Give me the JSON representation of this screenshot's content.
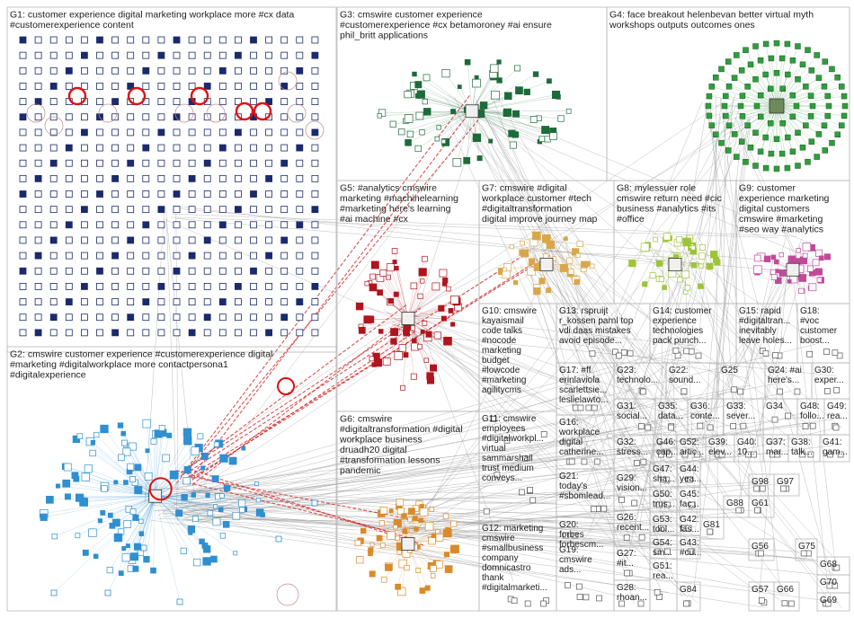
{
  "groups": [
    {
      "id": "G1",
      "label": "G1: customer experience digital marketing workplace more #cx data #customerexperience content",
      "lines": [
        "G1: customer experience digital marketing workplace more #cx data",
        "#customerexperience content"
      ],
      "node_color": "#1a2a6c"
    },
    {
      "id": "G3",
      "label": "G3: cmswire customer experience #customerexperience #cx betamoroney #ai ensure phil_britt applications",
      "lines": [
        "G3: cmswire customer experience",
        "#customerexperience #cx betamoroney #ai ensure",
        "phil_britt applications"
      ],
      "node_color": "#1e6b3a"
    },
    {
      "id": "G4",
      "label": "G4: face breakout helenbevan better virtual myth workshops outputs outcomes ones",
      "lines": [
        "G4: face breakout helenbevan better virtual myth",
        "workshops outputs outcomes ones"
      ],
      "node_color": "#2e9e3c"
    },
    {
      "id": "G5",
      "label": "G5: #analytics cmswire marketing #machinelearning #marketing here's learning #ai machine #cx",
      "lines": [
        "G5: #analytics cmswire",
        "marketing #machinelearning",
        "#marketing here's learning",
        "#ai machine #cx"
      ],
      "node_color": "#b0141e"
    },
    {
      "id": "G7",
      "label": "G7: cmswire #digital workplace customer #tech #digitaltransformation digital improve journey map",
      "lines": [
        "G7: cmswire #digital",
        "workplace customer #tech",
        "#digitaltransformation",
        "digital improve journey map"
      ],
      "node_color": "#d9a74a"
    },
    {
      "id": "G8",
      "label": "G8: mylessuer role cmswire return need #cic business #analytics #its #office",
      "lines": [
        "G8: mylessuer role",
        "cmswire return need #cic",
        "business #analytics #its",
        "#office"
      ],
      "node_color": "#9ec43a"
    },
    {
      "id": "G9",
      "label": "G9: customer experience marketing digital customers cmswire #marketing #seo way #analytics",
      "lines": [
        "G9: customer",
        "experience marketing",
        "digital customers",
        "cmswire #marketing",
        "#seo way #analytics"
      ],
      "node_color": "#c04a9a"
    },
    {
      "id": "G2",
      "label": "G2: cmswire customer experience #customerexperience digital #marketing #digitalworkplace more contactpersona1 #digitalexperience",
      "lines": [
        "G2: cmswire customer experience #customerexperience digital",
        "#marketing #digitalworkplace more contactpersona1",
        "#digitalexperience"
      ],
      "node_color": "#2f8fd0"
    },
    {
      "id": "G6",
      "label": "G6: cmswire #digitaltransformation #digital workplace business druadh20 digital #transformation lessons pandemic",
      "lines": [
        "G6: cmswire",
        "#digitaltransformation #digital",
        "workplace business",
        "druadh20 digital",
        "#transformation lessons",
        "pandemic"
      ],
      "node_color": "#d98a2a"
    },
    {
      "id": "G10",
      "label": "G10: cmswire kayaismail code talks #nocode marketing budget #lowcode #marketing agilitycms",
      "lines": [
        "G10: cmswire",
        "kayaismail",
        "code talks",
        "#nocode",
        "marketing",
        "budget",
        "#lowcode",
        "#marketing",
        "agilitycms"
      ],
      "node_color": "#7a5ab0"
    },
    {
      "id": "G11",
      "label": "G11: cmswire employees #digitalworkpl... virtual sammarshall trust medium conveys...",
      "lines": [
        "G11: cmswire",
        "employees",
        "#digitalworkpl...",
        "virtual",
        "sammarshall",
        "trust medium",
        "conveys..."
      ],
      "node_color": "#5a6a8a"
    },
    {
      "id": "G12",
      "label": "G12: marketing cmswire #smallbusiness company domnicastro thank #digitalmarketi...",
      "lines": [
        "G12: marketing",
        "cmswire",
        "#smallbusiness",
        "company",
        "domnicastro",
        "thank",
        "#digitalmarketi..."
      ],
      "node_color": "#4a4a4a"
    },
    {
      "id": "G13",
      "label": "G13: rspruijt r_kossen parnl top vdi daas mistakes avoid episode...",
      "lines": [
        "G13: rspruijt",
        "r_kossen parnl top",
        "vdi daas mistakes",
        "avoid episode..."
      ],
      "node_color": "#6a6a6a"
    },
    {
      "id": "G14",
      "label": "G14: customer experience technologies pack punch...",
      "lines": [
        "G14: customer",
        "experience",
        "technologies",
        "pack punch..."
      ],
      "node_color": "#6a6a6a"
    },
    {
      "id": "G15",
      "label": "G15: rapid #digitaltran... inevitably leave holes...",
      "lines": [
        "G15: rapid",
        "#digitaltran...",
        "inevitably",
        "leave holes..."
      ],
      "node_color": "#6a6a6a"
    },
    {
      "id": "G18",
      "label": "G18: #voc customer boost...",
      "lines": [
        "G18:",
        "#voc",
        "customer",
        "boost..."
      ],
      "node_color": "#6a6a6a"
    },
    {
      "id": "G17",
      "label": "G17: #ff erinlaviola scarlettsie... leslielawto...",
      "lines": [
        "G17: #ff",
        "erinlaviola",
        "scarlettsie...",
        "leslielawto..."
      ],
      "node_color": "#6a6a6a"
    },
    {
      "id": "G23",
      "label": "G23: technolo...",
      "lines": [
        "G23:",
        "technolo..."
      ],
      "node_color": "#6a6a6a"
    },
    {
      "id": "G22",
      "label": "G22: sound...",
      "lines": [
        "G22:",
        "sound..."
      ],
      "node_color": "#6a6a6a"
    },
    {
      "id": "G25",
      "label": "G25",
      "lines": [
        "G25"
      ],
      "node_color": "#6a6a6a"
    },
    {
      "id": "G24",
      "label": "G24: #ai here's...",
      "lines": [
        "G24: #ai",
        "here's..."
      ],
      "node_color": "#6a6a6a"
    },
    {
      "id": "G30",
      "label": "G30: exper...",
      "lines": [
        "G30:",
        "exper..."
      ],
      "node_color": "#6a6a6a"
    },
    {
      "id": "G31",
      "label": "G31: social...",
      "lines": [
        "G31:",
        "social..."
      ],
      "node_color": "#6a6a6a"
    },
    {
      "id": "G35",
      "label": "G35: data...",
      "lines": [
        "G35:",
        "data..."
      ],
      "node_color": "#6a6a6a"
    },
    {
      "id": "G36",
      "label": "G36: conte...",
      "lines": [
        "G36:",
        "conte..."
      ],
      "node_color": "#6a6a6a"
    },
    {
      "id": "G33",
      "label": "G33: sever...",
      "lines": [
        "G33:",
        "sever..."
      ],
      "node_color": "#6a6a6a"
    },
    {
      "id": "G34",
      "label": "G34",
      "lines": [
        "G34"
      ],
      "node_color": "#6a6a6a"
    },
    {
      "id": "G48",
      "label": "G48: follo...",
      "lines": [
        "G48:",
        "follo..."
      ],
      "node_color": "#6a6a6a"
    },
    {
      "id": "G49",
      "label": "G49: rea...",
      "lines": [
        "G49:",
        "rea..."
      ],
      "node_color": "#6a6a6a"
    },
    {
      "id": "G16",
      "label": "G16: workplace digital catherine...",
      "lines": [
        "G16:",
        "workplace",
        "digital",
        "catherine..."
      ],
      "node_color": "#6a6a6a"
    },
    {
      "id": "G32",
      "label": "G32: stress...",
      "lines": [
        "G32:",
        "stress..."
      ],
      "node_color": "#6a6a6a"
    },
    {
      "id": "G46",
      "label": "G46: cap...",
      "lines": [
        "G46:",
        "cap..."
      ],
      "node_color": "#6a6a6a"
    },
    {
      "id": "G52",
      "label": "G52: artic...",
      "lines": [
        "G52:",
        "artic..."
      ],
      "node_color": "#6a6a6a"
    },
    {
      "id": "G39",
      "label": "G39: elev...",
      "lines": [
        "G39:",
        "elev..."
      ],
      "node_color": "#6a6a6a"
    },
    {
      "id": "G40",
      "label": "G40: 10...",
      "lines": [
        "G40:",
        "10..."
      ],
      "node_color": "#6a6a6a"
    },
    {
      "id": "G37",
      "label": "G37: mar...",
      "lines": [
        "G37:",
        "mar..."
      ],
      "node_color": "#6a6a6a"
    },
    {
      "id": "G38",
      "label": "G38: talk...",
      "lines": [
        "G38:",
        "talk..."
      ],
      "node_color": "#6a6a6a"
    },
    {
      "id": "G41",
      "label": "G41: gam...",
      "lines": [
        "G41:",
        "gam..."
      ],
      "node_color": "#6a6a6a"
    },
    {
      "id": "G21",
      "label": "G21: today's #sbomlead...",
      "lines": [
        "G21:",
        "today's",
        "#sbomlead..."
      ],
      "node_color": "#6a6a6a"
    },
    {
      "id": "G29",
      "label": "G29: vision...",
      "lines": [
        "G29:",
        "vision..."
      ],
      "node_color": "#6a6a6a"
    },
    {
      "id": "G47",
      "label": "G47: sha...",
      "lines": [
        "G47:",
        "sha..."
      ],
      "node_color": "#6a6a6a"
    },
    {
      "id": "G44",
      "label": "G44: yea...",
      "lines": [
        "G44:",
        "yea..."
      ],
      "node_color": "#6a6a6a"
    },
    {
      "id": "G50",
      "label": "G50: trus...",
      "lines": [
        "G50:",
        "trus..."
      ],
      "node_color": "#6a6a6a"
    },
    {
      "id": "G45",
      "label": "G45: fac...",
      "lines": [
        "G45:",
        "fac..."
      ],
      "node_color": "#6a6a6a"
    },
    {
      "id": "G20",
      "label": "G20: forbes forbescm...",
      "lines": [
        "G20:",
        "forbes",
        "forbescm..."
      ],
      "node_color": "#6a6a6a"
    },
    {
      "id": "G26",
      "label": "G26: recent...",
      "lines": [
        "G26:",
        "recent..."
      ],
      "node_color": "#6a6a6a"
    },
    {
      "id": "G53",
      "label": "G53: tool...",
      "lines": [
        "G53:",
        "tool..."
      ],
      "node_color": "#6a6a6a"
    },
    {
      "id": "G42",
      "label": "G42: fas...",
      "lines": [
        "G42:",
        "fas..."
      ],
      "node_color": "#6a6a6a"
    },
    {
      "id": "G27",
      "label": "G27: #it...",
      "lines": [
        "G27:",
        "#it..."
      ],
      "node_color": "#6a6a6a"
    },
    {
      "id": "G54",
      "label": "G54: sm...",
      "lines": [
        "G54:",
        "sm..."
      ],
      "node_color": "#6a6a6a"
    },
    {
      "id": "G43",
      "label": "G43: #cu...",
      "lines": [
        "G43:",
        "#cu..."
      ],
      "node_color": "#6a6a6a"
    },
    {
      "id": "G19",
      "label": "G19: cmswire ads...",
      "lines": [
        "G19:",
        "cmswire",
        "ads..."
      ],
      "node_color": "#6a6a6a"
    },
    {
      "id": "G28",
      "label": "G28: rhoan...",
      "lines": [
        "G28:",
        "rhoan..."
      ],
      "node_color": "#6a6a6a"
    },
    {
      "id": "G51",
      "label": "G51: rea...",
      "lines": [
        "G51:",
        "rea..."
      ],
      "node_color": "#6a6a6a"
    },
    {
      "id": "G84",
      "label": "G84",
      "lines": [
        "G84"
      ],
      "node_color": "#6a6a6a"
    },
    {
      "id": "G57",
      "label": "G57",
      "lines": [
        "G57"
      ],
      "node_color": "#6a6a6a"
    },
    {
      "id": "G66",
      "label": "G66",
      "lines": [
        "G66"
      ],
      "node_color": "#6a6a6a"
    },
    {
      "id": "G69",
      "label": "G69",
      "lines": [
        "G69"
      ],
      "node_color": "#6a6a6a"
    },
    {
      "id": "G70",
      "label": "G70",
      "lines": [
        "G70"
      ],
      "node_color": "#6a6a6a"
    },
    {
      "id": "G68",
      "label": "G68",
      "lines": [
        "G68"
      ],
      "node_color": "#6a6a6a"
    },
    {
      "id": "G56",
      "label": "G56",
      "lines": [
        "G56"
      ],
      "node_color": "#6a6a6a"
    },
    {
      "id": "G75",
      "label": "G75",
      "lines": [
        "G75"
      ],
      "node_color": "#6a6a6a"
    },
    {
      "id": "G61",
      "label": "G61",
      "lines": [
        "G61"
      ],
      "node_color": "#6a6a6a"
    },
    {
      "id": "G88",
      "label": "G88",
      "lines": [
        "G88"
      ],
      "node_color": "#6a6a6a"
    },
    {
      "id": "G98",
      "label": "G98",
      "lines": [
        "G98"
      ],
      "node_color": "#6a6a6a"
    },
    {
      "id": "G97",
      "label": "G97",
      "lines": [
        "G97"
      ],
      "node_color": "#6a6a6a"
    },
    {
      "id": "G81",
      "label": "G81",
      "lines": [
        "G81"
      ],
      "node_color": "#6a6a6a"
    }
  ],
  "colors": {
    "edge_gray": "#8a8a8a",
    "edge_red": "#d01a1a",
    "panel_border": "#b8b8b8",
    "hub_red": "#e01010"
  }
}
